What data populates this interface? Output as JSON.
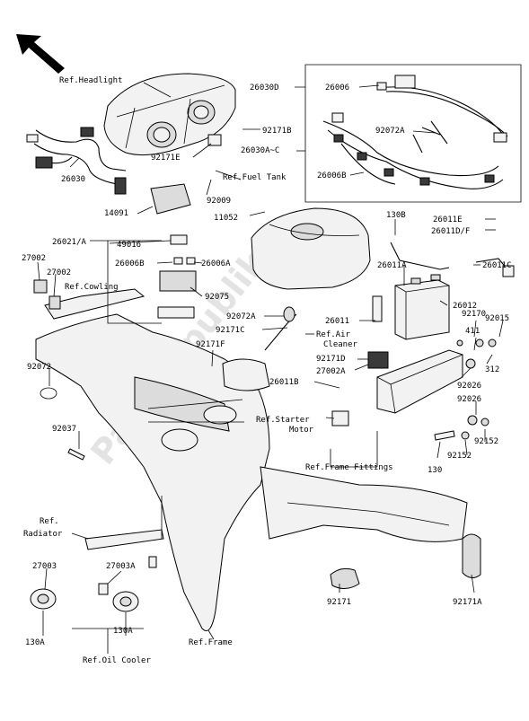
{
  "labels": {
    "ref_headlight": "Ref.Headlight",
    "p26030d": "26030D",
    "p26006_top": "26006",
    "p92171b": "92171B",
    "p92072a_top": "92072A",
    "p26030_ac": "26030A~C",
    "p92171e": "92171E",
    "p26030": "26030",
    "ref_fuel_tank": "Ref.Fuel Tank",
    "p26006b_top": "26006B",
    "p92009": "92009",
    "p11052": "11052",
    "p14091": "14091",
    "p130b": "130B",
    "p26011e": "26011E",
    "p26011df": "26011D/F",
    "p26021a": "26021/A",
    "p49016": "49016",
    "p26006b": "26006B",
    "p26006a": "26006A",
    "p27002_a": "27002",
    "p27002_b": "27002",
    "ref_cowling": "Ref.Cowling",
    "p26011a": "26011A",
    "p26011c": "26011C",
    "p26012": "26012",
    "p92075": "92075",
    "p92072a": "92072A",
    "p92171c": "92171C",
    "p92170": "92170",
    "p92015": "92015",
    "p26011": "26011",
    "ref_air_cleaner_1": "Ref.Air",
    "ref_air_cleaner_2": "Cleaner",
    "p411": "411",
    "p92171f": "92171F",
    "p92171d": "92171D",
    "p312": "312",
    "p92072": "92072",
    "p27002a": "27002A",
    "p92026_a": "92026",
    "p26011b": "26011B",
    "p92026_b": "92026",
    "ref_starter_motor_1": "Ref.Starter",
    "ref_starter_motor_2": "Motor",
    "p92037": "92037",
    "p92152_a": "92152",
    "p92152_b": "92152",
    "ref_frame_fittings": "Ref.Frame Fittings",
    "p130": "130",
    "ref_radiator_1": "Ref.",
    "ref_radiator_2": "Radiator",
    "p27003": "27003",
    "p27003a": "27003A",
    "p92171": "92171",
    "p92171a": "92171A",
    "p130a_left": "130A",
    "p130a_right": "130A",
    "ref_frame": "Ref.Frame",
    "ref_oil_cooler": "Ref.Oil Cooler"
  },
  "watermark": "Partsrepublik",
  "icons": {
    "orientation_arrow": "arrow-up-left-icon"
  }
}
